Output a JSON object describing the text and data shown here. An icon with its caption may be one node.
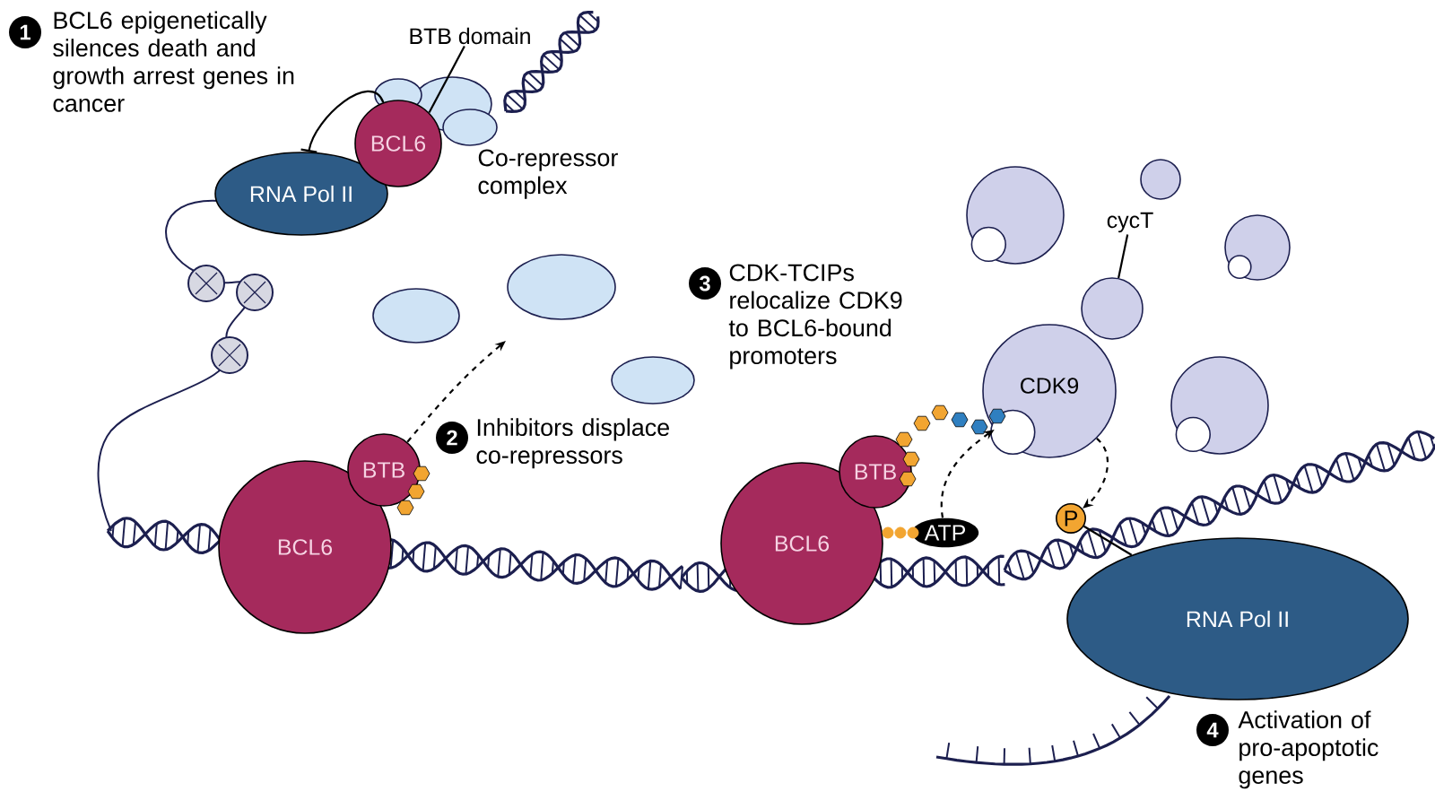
{
  "diagram": {
    "nodes": [
      {
        "text": [
          "1"
        ],
        "beside": [
          "BCL6 epigenetically silences death and growth arrest genes in cancer"
        ]
      },
      {
        "text": [
          "RNA Pol II"
        ]
      },
      {
        "text": [
          "BCL6"
        ]
      },
      {
        "text": [
          "BTB domain"
        ]
      },
      {
        "text": [
          "2"
        ],
        "beside": [
          "Inhibitors displace co-repressors"
        ]
      },
      {
        "text": [
          "BCL6"
        ]
      },
      {
        "text": [
          "BTB"
        ]
      },
      {
        "text": [
          "3"
        ],
        "beside": [
          "CDK-TCIPs relocalize CDK9 to BCL6-bound promoters"
        ]
      },
      {
        "text": [
          "BCL6"
        ]
      },
      {
        "text": [
          "BTB"
        ]
      },
      {
        "text": [
          "CDK9"
        ]
      },
      {
        "text": [
          "cycT"
        ]
      },
      {
        "text": [],
        "shape": "circle"
      },
      {
        "text": [
          "ATP"
        ]
      },
      {
        "text": [
          "P"
        ]
      },
      {
        "text": [
          "RNA Pol II"
        ]
      },
      {
        "text": [
          "4"
        ],
        "beside": [
          "Activation of pro-apoptotic genes"
        ]
      }
    ],
    "edges": [
      {
        "from": 2,
        "to": 1,
        "arrow": "other"
      },
      {
        "from": 3,
        "to": 2,
        "arrow": "none"
      },
      {
        "from": 6,
        "to": null,
        "arrow": "to",
        "style": "dashed"
      },
      {
        "from": 11,
        "to": 12,
        "arrow": "none"
      },
      {
        "from": 13,
        "to": 10,
        "arrow": "to",
        "style": "dashed"
      },
      {
        "from": 10,
        "to": 14,
        "arrow": "to",
        "style": "dashed"
      },
      {
        "from": 14,
        "to": 15,
        "arrow": "none"
      }
    ],
    "labels": [
      "Co-repressor complex"
    ]
  }
}
